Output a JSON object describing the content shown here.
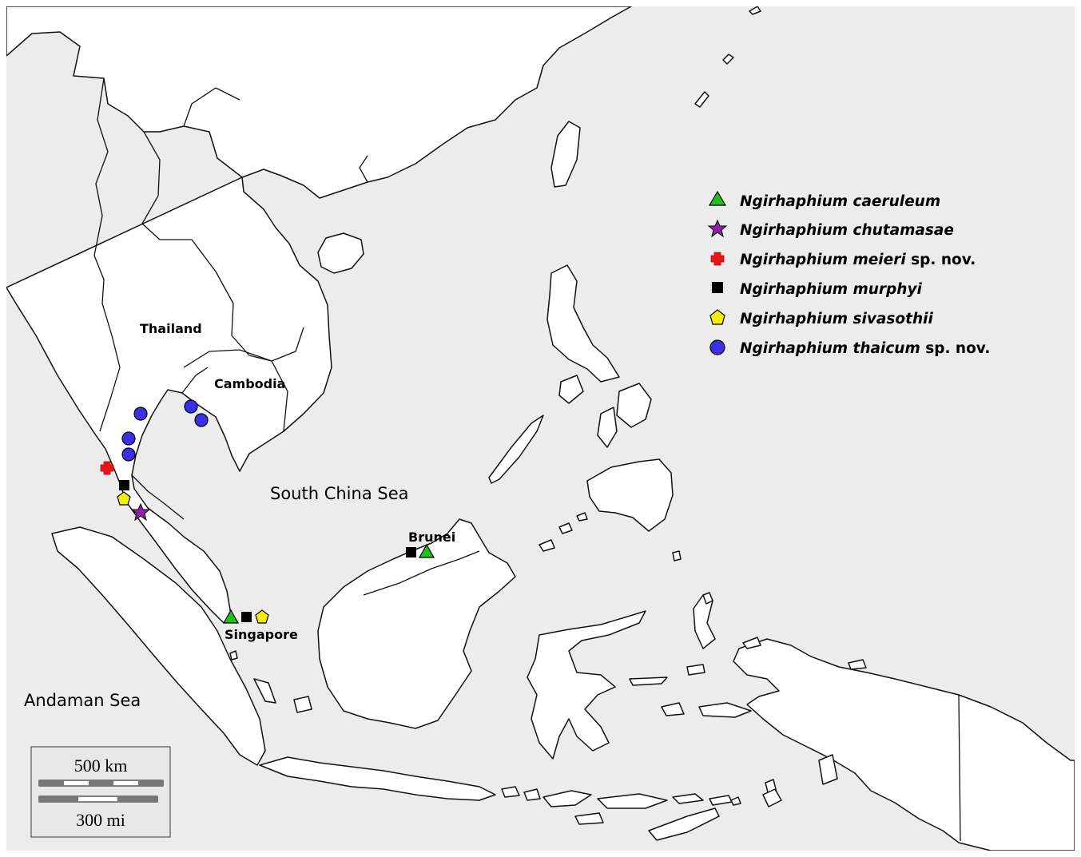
{
  "legend": [
    {
      "key": "caeruleum",
      "species": "Ngirhaphium caeruleum",
      "suffix": "",
      "symbol": "triangle",
      "color": "#1fc11f"
    },
    {
      "key": "chutamasae",
      "species": "Ngirhaphium chutamasae",
      "suffix": "",
      "symbol": "star",
      "color": "#8e22a8"
    },
    {
      "key": "meieri",
      "species": "Ngirhaphium meieri",
      "suffix": " sp. nov.",
      "symbol": "cross",
      "color": "#e8141c"
    },
    {
      "key": "murphyi",
      "species": "Ngirhaphium murphyi",
      "suffix": "",
      "symbol": "square",
      "color": "#000000"
    },
    {
      "key": "sivasothii",
      "species": "Ngirhaphium sivasothii",
      "suffix": "",
      "symbol": "pentagon",
      "color": "#f5ec0a"
    },
    {
      "key": "thaicum",
      "species": "Ngirhaphium thaicum",
      "suffix": " sp. nov.",
      "symbol": "circle",
      "color": "#3b2fe8"
    }
  ],
  "labels": {
    "thailand": "Thailand",
    "cambodia": "Cambodia",
    "south_china_sea": "South China Sea",
    "brunei": "Brunei",
    "singapore": "Singapore",
    "andaman_sea": "Andaman Sea"
  },
  "scale_bar": {
    "km_label": "500 km",
    "mi_label": "300 mi"
  },
  "colors": {
    "sea": "#ececec",
    "land": "#ffffff",
    "outline": "#111111"
  }
}
